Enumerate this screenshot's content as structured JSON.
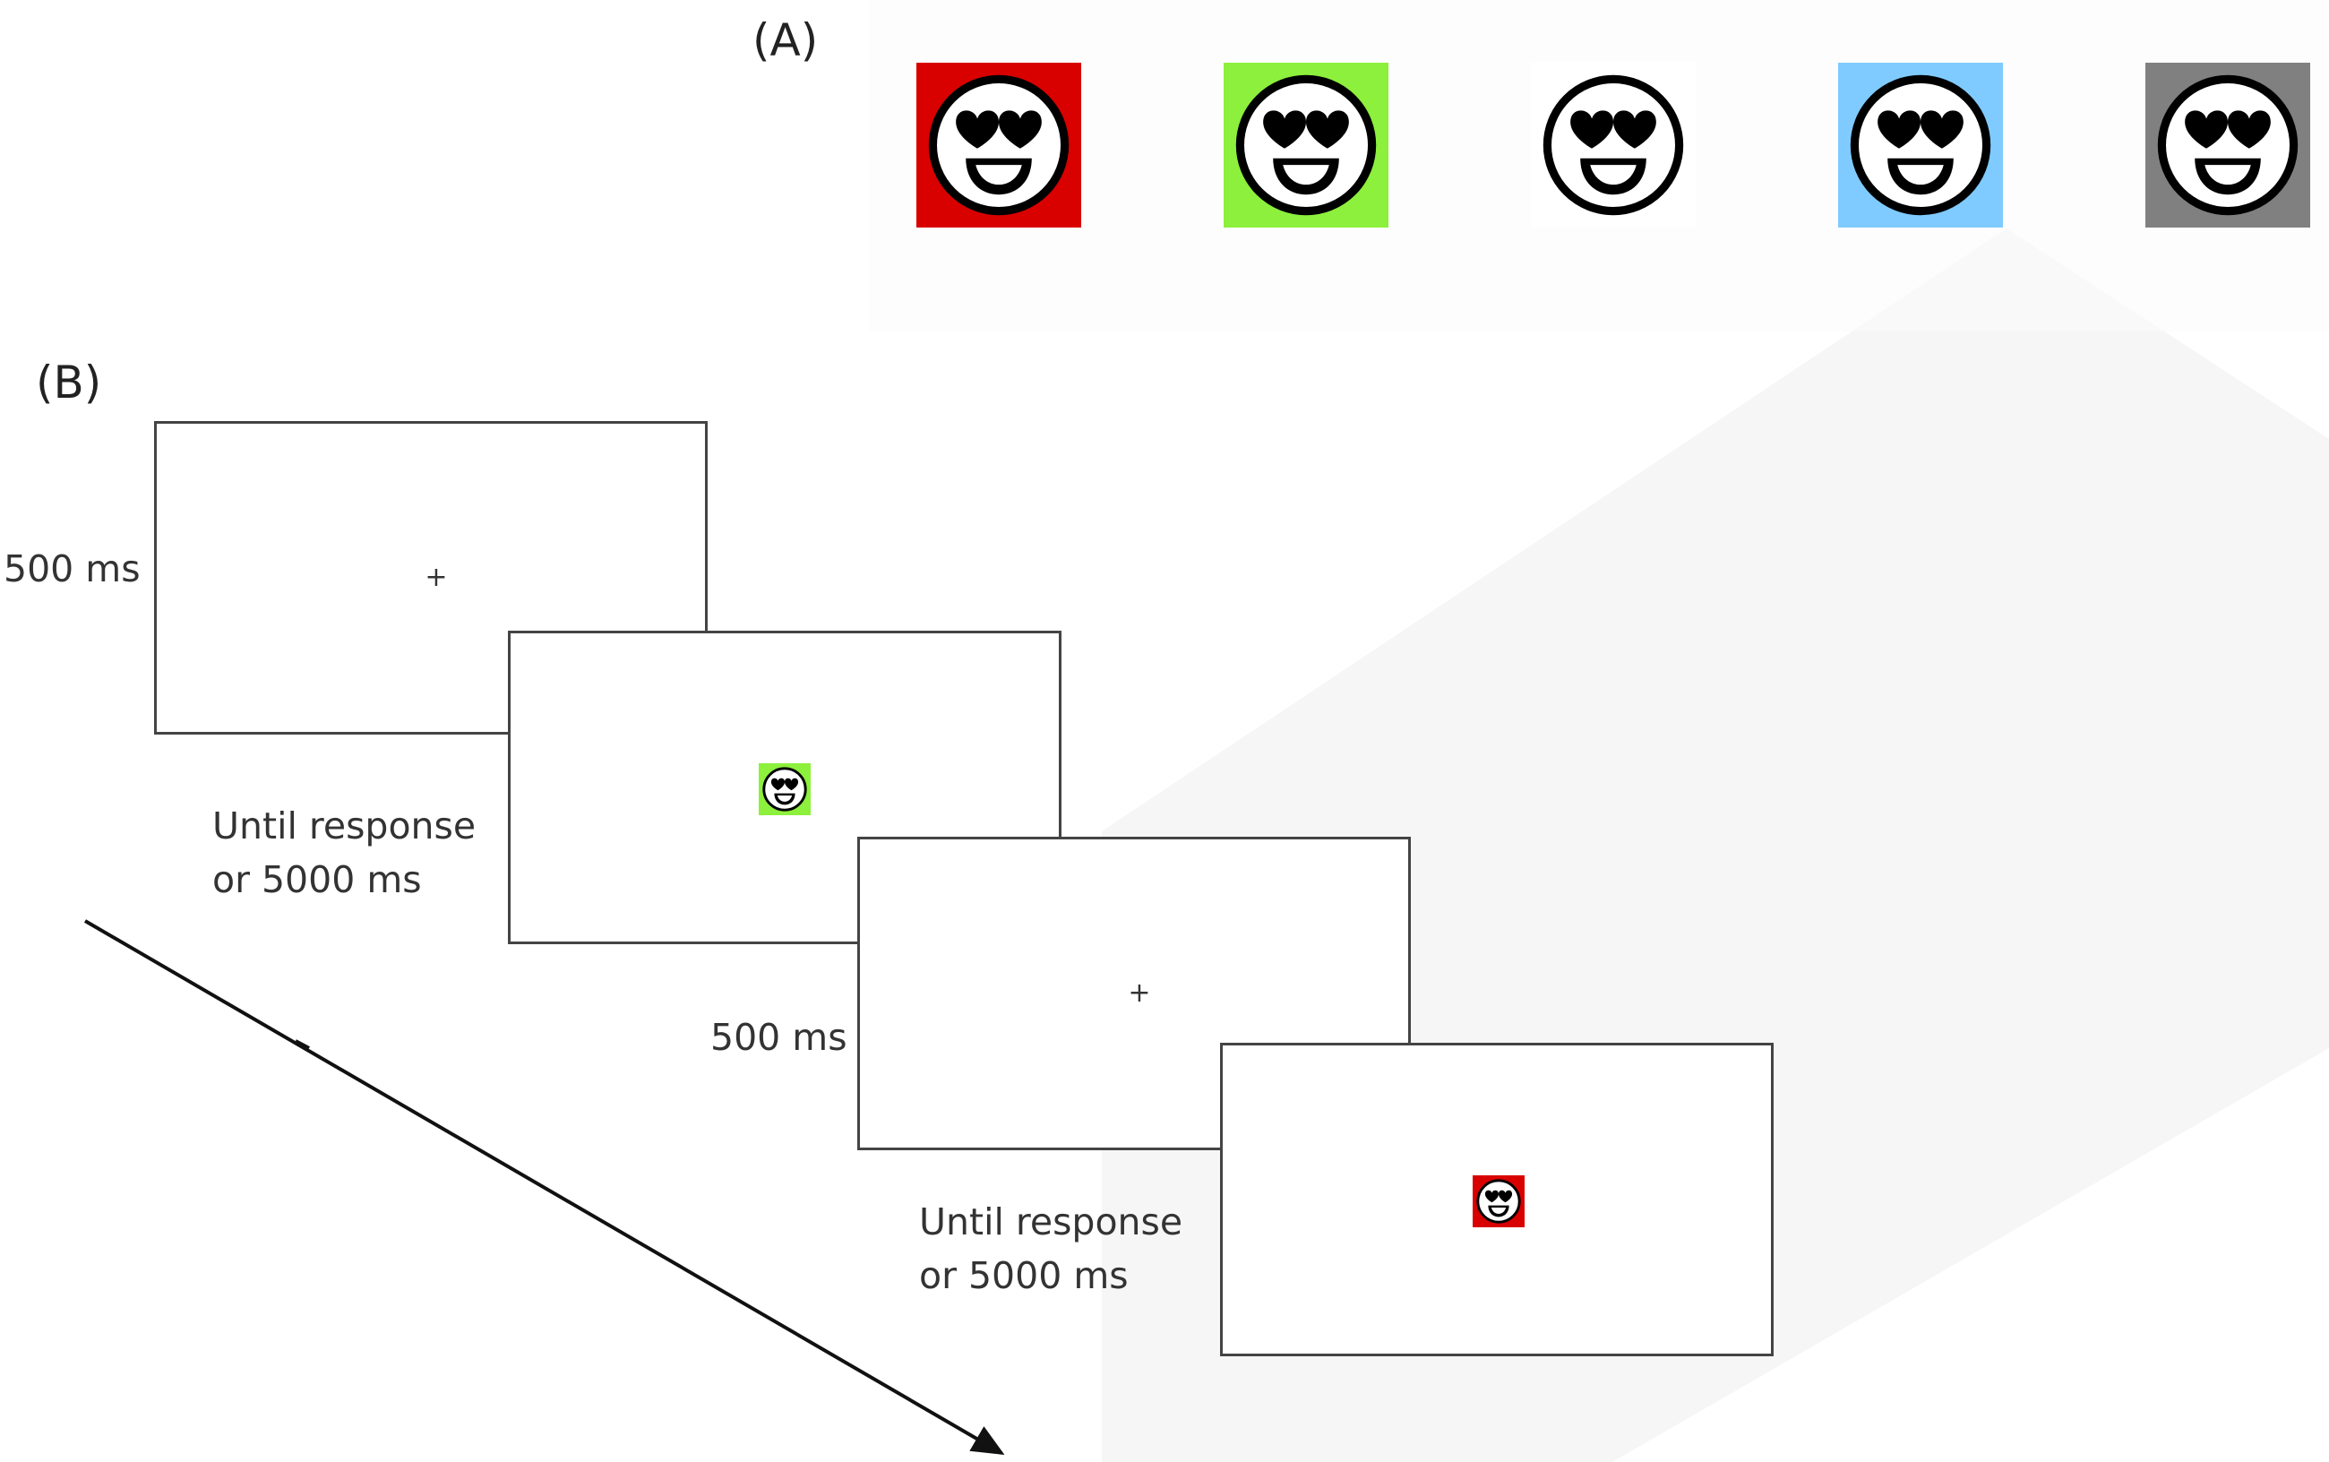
{
  "panel_a": {
    "label": "(A)",
    "stimuli": [
      {
        "name": "red",
        "color": "#d90000"
      },
      {
        "name": "green",
        "color": "#8cf03c"
      },
      {
        "name": "white",
        "color": "#ffffff"
      },
      {
        "name": "blue",
        "color": "#7fcbff"
      },
      {
        "name": "gray",
        "color": "#808080"
      }
    ],
    "icon": "heart-eyes-emoji-icon"
  },
  "panel_b": {
    "label": "(B)",
    "screens": [
      {
        "content": "fixation",
        "fixation_symbol": "+",
        "timing": "500 ms"
      },
      {
        "content": "stimulus",
        "stimulus_color": "#8cf03c",
        "timing_line1": "Until response",
        "timing_line2": "or 5000 ms"
      },
      {
        "content": "fixation",
        "fixation_symbol": "+",
        "timing": "500 ms"
      },
      {
        "content": "stimulus",
        "stimulus_color": "#d90000",
        "timing_line1": "Until response",
        "timing_line2": "or 5000 ms"
      }
    ]
  },
  "colors": {
    "background_shape": "#f6f6f6",
    "border": "#444444",
    "arrow": "#111111"
  }
}
